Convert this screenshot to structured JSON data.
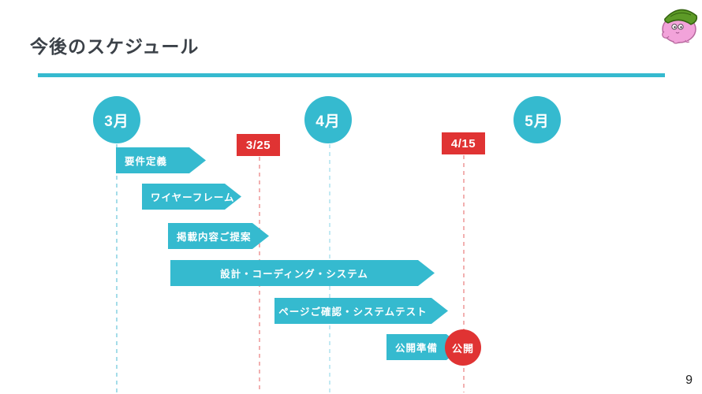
{
  "slide": {
    "title": "今後のスケジュール",
    "page_number": "9",
    "logo_icon": "pink-mascot-with-leaf-icon"
  },
  "colors": {
    "accent_teal": "#35bacf",
    "accent_red": "#e03333",
    "guide_cyan_dash": "#a5dde9",
    "guide_blue_dash": "#c3e9f3",
    "guide_pink_dash": "#f2b0b0",
    "title_text": "#3b4148"
  },
  "timeline": {
    "months": [
      {
        "label": "3月"
      },
      {
        "label": "4月"
      },
      {
        "label": "5月"
      }
    ],
    "date_markers": [
      {
        "label": "3/25"
      },
      {
        "label": "4/15"
      }
    ],
    "tasks": [
      {
        "label": "要件定義"
      },
      {
        "label": "ワイヤーフレーム"
      },
      {
        "label": "掲載内容ご提案"
      },
      {
        "label": "設計・コーディング・システム"
      },
      {
        "label": "ページご確認・システムテスト"
      },
      {
        "label": "公開準備"
      }
    ],
    "milestone": {
      "label": "公開"
    }
  }
}
